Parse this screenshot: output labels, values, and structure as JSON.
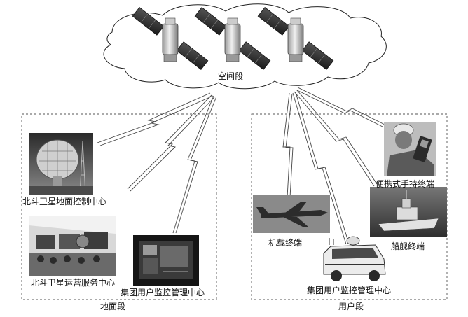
{
  "space_segment": {
    "label": "空间段",
    "satellite_count": 3
  },
  "ground_segment": {
    "label": "地面段",
    "items": [
      {
        "label": "北斗卫星地面控制中心",
        "icon": "radar-dish-photo"
      },
      {
        "label": "北斗卫星运营服务中心",
        "icon": "control-room-photo"
      },
      {
        "label": "集团用户监控管理中心",
        "icon": "monitor-screen-photo"
      }
    ]
  },
  "user_segment": {
    "label": "用户段",
    "items": [
      {
        "label": "机载终端",
        "icon": "aircraft-photo"
      },
      {
        "label": "集团用户监控管理中心",
        "icon": "van-photo"
      },
      {
        "label": "船舰终端",
        "icon": "ship-photo"
      },
      {
        "label": "便携式手持终端",
        "icon": "handheld-photo"
      }
    ]
  }
}
